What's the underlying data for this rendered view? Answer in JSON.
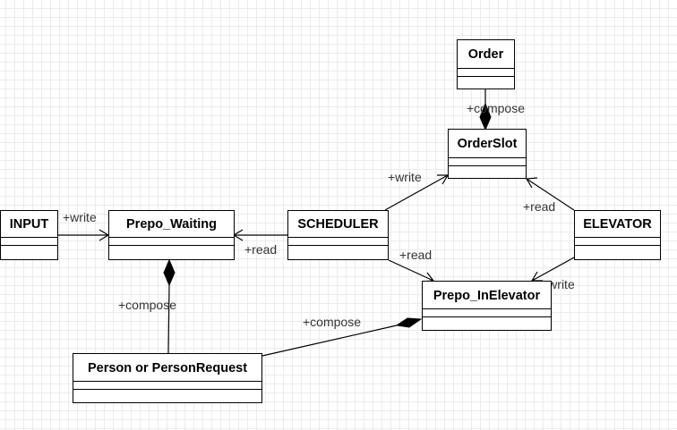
{
  "diagram": {
    "classes": [
      {
        "id": "order",
        "name": "Order"
      },
      {
        "id": "orderslot",
        "name": "OrderSlot"
      },
      {
        "id": "input",
        "name": "INPUT"
      },
      {
        "id": "prepo_waiting",
        "name": "Prepo_Waiting"
      },
      {
        "id": "scheduler",
        "name": "SCHEDULER"
      },
      {
        "id": "elevator",
        "name": "ELEVATOR"
      },
      {
        "id": "prepo_inelevator",
        "name": "Prepo_InElevator"
      },
      {
        "id": "person",
        "name": "Person or PersonRequest"
      }
    ],
    "relations": [
      {
        "id": "order-compose-orderslot",
        "from": "Order",
        "to": "OrderSlot",
        "type": "composition",
        "label": "+compose"
      },
      {
        "id": "scheduler-write-orderslot",
        "from": "SCHEDULER",
        "to": "OrderSlot",
        "type": "association",
        "label": "+write"
      },
      {
        "id": "elevator-read-orderslot",
        "from": "ELEVATOR",
        "to": "OrderSlot",
        "type": "association",
        "label": "+read"
      },
      {
        "id": "input-write-waiting",
        "from": "INPUT",
        "to": "Prepo_Waiting",
        "type": "association",
        "label": "+write"
      },
      {
        "id": "scheduler-read-waiting",
        "from": "SCHEDULER",
        "to": "Prepo_Waiting",
        "type": "association",
        "label": "+read"
      },
      {
        "id": "scheduler-read-inelevator",
        "from": "SCHEDULER",
        "to": "Prepo_InElevator",
        "type": "association",
        "label": "+read"
      },
      {
        "id": "elevator-write-inelevator",
        "from": "ELEVATOR",
        "to": "Prepo_InElevator",
        "type": "association",
        "label": "+write"
      },
      {
        "id": "person-compose-waiting",
        "from": "Person or PersonRequest",
        "to": "Prepo_Waiting",
        "type": "composition",
        "label": "+compose"
      },
      {
        "id": "person-compose-inelevator",
        "from": "Person or PersonRequest",
        "to": "Prepo_InElevator",
        "type": "composition",
        "label": "+compose"
      }
    ]
  }
}
